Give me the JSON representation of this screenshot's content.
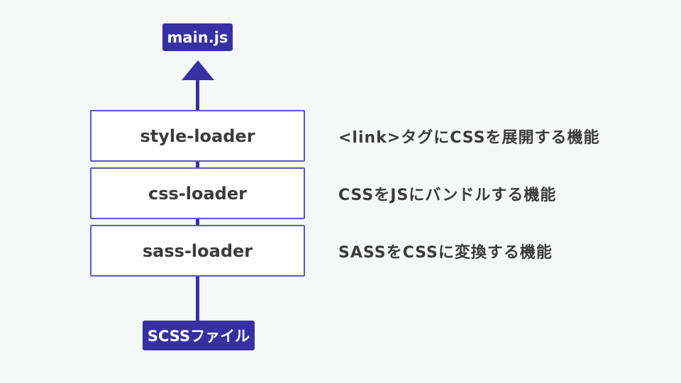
{
  "diagram": {
    "title": "webpack-css-loader-flow",
    "output_node": {
      "label": "main.js"
    },
    "loaders": [
      {
        "label": "style-loader",
        "description": "<link>タグにCSSを展開する機能"
      },
      {
        "label": "css-loader",
        "description": "CSSをJSにバンドルする機能"
      },
      {
        "label": "sass-loader",
        "description": "SASSをCSSに変換する機能"
      }
    ],
    "input_node": {
      "label": "SCSSファイル"
    },
    "flow_direction": "bottom-to-top",
    "colors": {
      "background": "#f6f7f7",
      "accent": "#3730a3",
      "box_border": "#5f58c7",
      "text_dark": "#3b3b3b",
      "box_text": "#ffffff"
    }
  }
}
